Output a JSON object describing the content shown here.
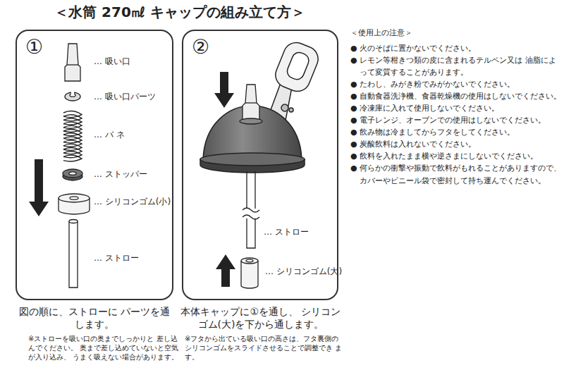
{
  "diagram": {
    "title": "＜水筒 270㎖ キャップの組み立て方＞",
    "nodes": [
      {
        "text": [
          "①"
        ]
      },
      {
        "text": [
          "②"
        ]
      }
    ],
    "labels": [
      "… 吸い口",
      "… 吸い口パーツ",
      "… バ ネ",
      "… ストッパー",
      "… シリコンゴム(小)",
      "… ストロー",
      "… ストロー",
      "… シリコンゴム(大)",
      "図の順に、ストローに パーツを通します。",
      "※ストローを吸い口の奥までしっかりと 差し込んでください。 奥まで差し込めていないと空気が入り込み、 うまく吸えない場合があります。",
      "本体キャップに①を通し、 シリコンゴム(大)を下から通します。",
      "※フタから出ている吸い口の高さは、フタ裏側の シリコンゴムをスライドさせることで調整でき ます。",
      "＜使用上の注意＞",
      "● 火のそばに置かないでください。",
      "● レモン等柑きつ類の皮に含まれるテルペン又は 油脂によって変質することがあります。",
      "● たわし、みがき粉でみがかないでください。",
      "● 自動食器洗浄機、食器乾燥機の使用はしないでください。",
      "● 冷凍庫に入れて使用しないでください。",
      "● 電子レンジ、オーブンでの使用はしないでください。",
      "● 飲み物は冷ましてからフタをしてください。",
      "● 炭酸飲料は入れないでください。",
      "● 飲料を入れたまま横や逆さまにしないでください。",
      "● 何らかの衝撃や振動で飲料がもれることがありますので、 カバーやビニール袋で密封して持ち運んでください。"
    ]
  }
}
